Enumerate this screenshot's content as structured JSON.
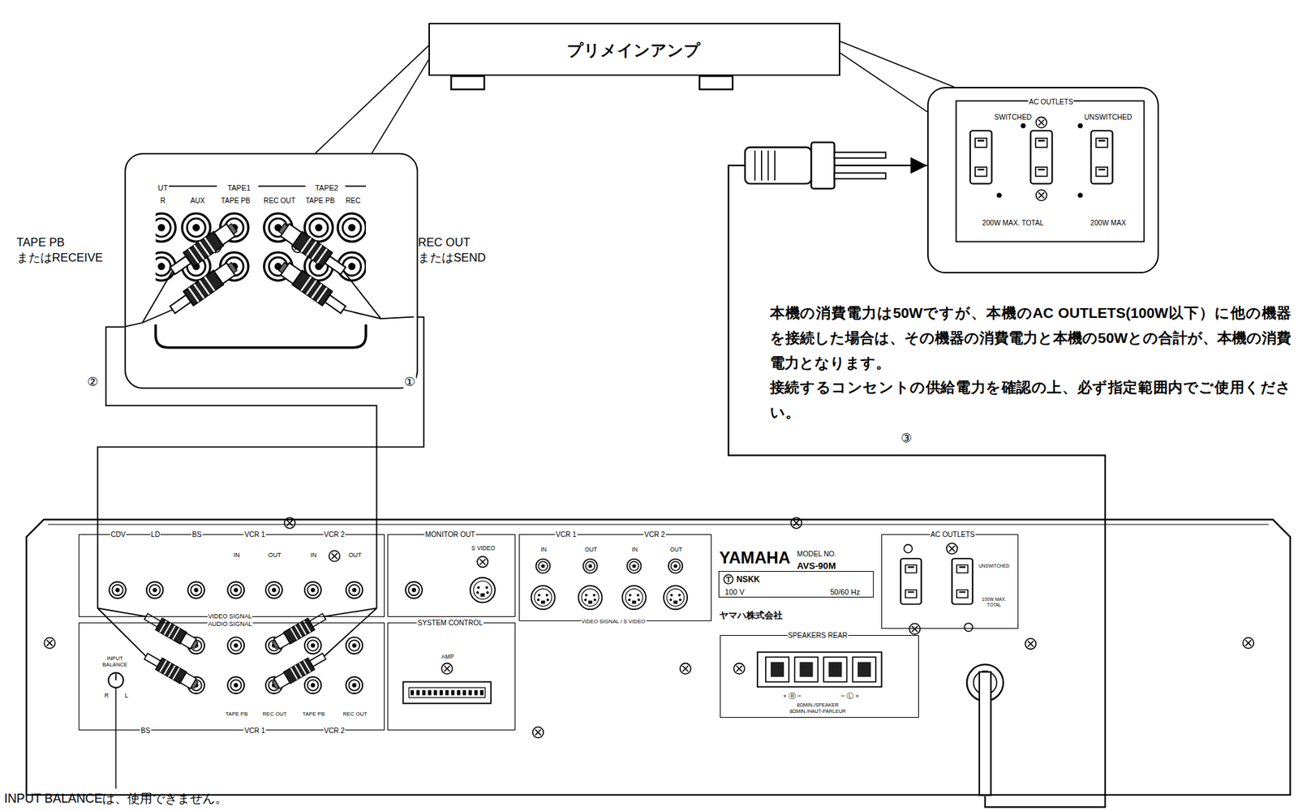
{
  "diagram": {
    "nodes": [
      {
        "text": [
          "プリメインアンプ"
        ]
      },
      {
        "text": [
          "UT",
          "TAPE1",
          "TAPE2",
          "R",
          "AUX",
          "TAPE PB",
          "REC OUT",
          "TAPE PB",
          "REC"
        ]
      },
      {
        "text": [
          "AC OUTLETS",
          "SWITCHED",
          "UNSWITCHED",
          "200W MAX. TOTAL",
          "200W MAX"
        ]
      },
      {
        "text": [
          "YAMAHA",
          "MODEL NO.",
          "AVS-90M",
          "ヤマハ株式会社"
        ]
      },
      {
        "text": [
          "CDV",
          "LD",
          "BS",
          "VCR 1",
          "VCR 2",
          "IN",
          "OUT",
          "IN",
          "OUT",
          "VIDEO SIGNAL"
        ],
        "in": 3
      },
      {
        "text": [
          "AUDIO SIGNAL",
          "INPUT BALANCE",
          "R",
          "L",
          "TAPE PB",
          "REC OUT",
          "TAPE PB",
          "REC OUT",
          "BS",
          "VCR 1",
          "VCR 2"
        ],
        "in": 3
      },
      {
        "text": [
          "MONITOR OUT",
          "S VIDEO"
        ],
        "in": 3
      },
      {
        "text": [
          "SYSTEM CONTROL",
          "AMP"
        ],
        "in": 3
      },
      {
        "text": [
          "VCR 1",
          "VCR 2",
          "IN",
          "OUT",
          "IN",
          "OUT",
          "VIDEO SIGNAL / S VIDEO"
        ],
        "in": 3
      },
      {
        "text": [
          "NSKK",
          "100 V",
          "50/60 Hz"
        ],
        "in": 3
      },
      {
        "text": [
          "SPEAKERS REAR",
          "+ Ⓡ −",
          "− Ⓛ +",
          "8ΩMIN./SPEAKER",
          "8ΩMIN./HAUT-PARLEUR"
        ],
        "in": 3
      },
      {
        "text": [
          "AC OUTLETS",
          "UNSWITCHED",
          "100W MAX. TOTAL"
        ],
        "in": 3
      }
    ],
    "edges": [
      {
        "from": 0,
        "to": 1,
        "arrow": "none"
      },
      {
        "from": 0,
        "to": 1,
        "arrow": "none"
      },
      {
        "from": 0,
        "to": 2,
        "arrow": "none"
      },
      {
        "from": 0,
        "to": 2,
        "arrow": "none"
      },
      {
        "from": 1,
        "to": 3,
        "label": "①",
        "arrow": "none"
      },
      {
        "from": 1,
        "to": 3,
        "label": "②",
        "arrow": "none"
      },
      {
        "from": 3,
        "to": 2,
        "label": "③",
        "arrow": "to"
      }
    ],
    "labels": [
      "TAPE PB またはRECEIVE",
      "REC OUT またはSEND",
      "本機の消費電力は50Wですが、本機のAC OUTLETS(100W以下）に他の機器を接続した場合は、その機器の消費電力と本機の50Wとの合計が、本機の消費電力となります。",
      "接続するコンセントの供給電力を確認の上、必ず指定範囲内でご使用ください。",
      "INPUT BALANCEは、使用できません。"
    ]
  }
}
